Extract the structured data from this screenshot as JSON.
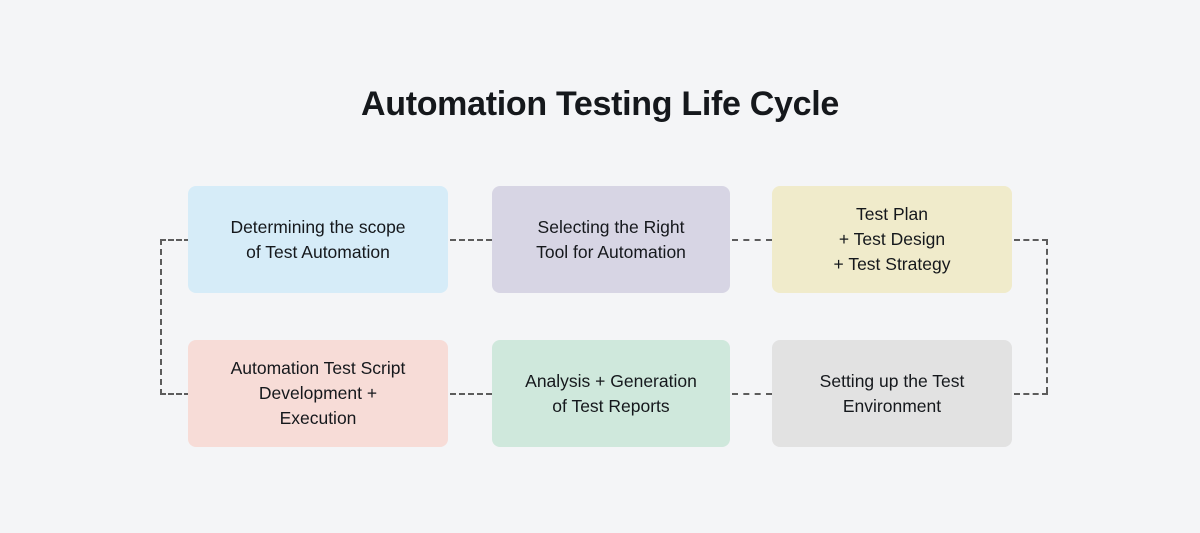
{
  "page": {
    "title": "Automation Testing Life Cycle",
    "background_color": "#f4f5f7"
  },
  "diagram": {
    "type": "cycle-flow",
    "flow_direction": "left-to-right, wrapping to second row right-to-left back to start",
    "connector_style": "dashed",
    "connector_color": "#5c5c5c",
    "nodes": [
      {
        "id": "node-1",
        "order": 1,
        "label": "Determining the scope\nof Test Automation",
        "color": "#d6ecf8",
        "color_name": "light-blue"
      },
      {
        "id": "node-2",
        "order": 2,
        "label": "Selecting the Right\nTool for Automation",
        "color": "#d7d5e4",
        "color_name": "lavender"
      },
      {
        "id": "node-3",
        "order": 3,
        "label": "Test Plan\n+ Test Design\n+ Test Strategy",
        "color": "#f0ebcb",
        "color_name": "cream-yellow"
      },
      {
        "id": "node-6",
        "order": 4,
        "label": "Setting up the Test\nEnvironment",
        "color": "#e2e2e2",
        "color_name": "light-gray"
      },
      {
        "id": "node-5",
        "order": 5,
        "label": "Analysis + Generation\nof Test Reports",
        "color": "#cfe8dc",
        "color_name": "mint-green"
      },
      {
        "id": "node-4",
        "order": 6,
        "label": "Automation Test Script\nDevelopment +\nExecution",
        "color": "#f7dcd7",
        "color_name": "light-pink"
      }
    ]
  }
}
